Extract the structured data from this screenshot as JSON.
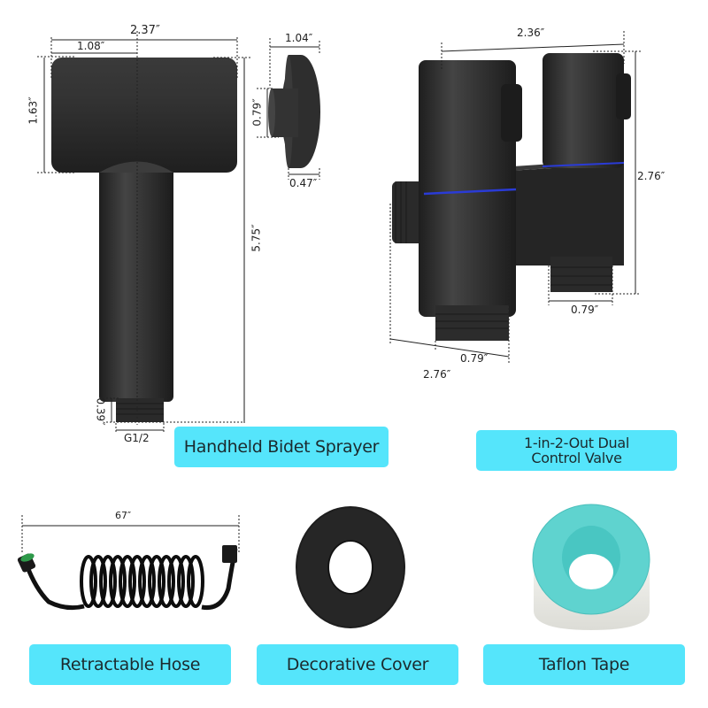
{
  "products": [
    {
      "id": "sprayer",
      "label": "Handheld Bidet Sprayer",
      "dimensions": {
        "total_width": "2.37″",
        "head_half_width": "1.08″",
        "head_height": "1.63″",
        "total_length": "5.75″",
        "thread_length": "0.39″",
        "thread_size": "G1/2"
      }
    },
    {
      "id": "holder",
      "dimensions": {
        "diameter": "1.04″",
        "stem_diameter": "0.79″",
        "depth": "0.47″"
      }
    },
    {
      "id": "valve",
      "label_line1": "1-in-2-Out Dual",
      "label_line2": "Control Valve",
      "dimensions": {
        "width": "2.36″",
        "height": "2.76″",
        "outlet_diameter": "0.79″",
        "inlet_diameter": "0.79″",
        "depth": "2.76″"
      }
    },
    {
      "id": "hose",
      "label": "Retractable Hose",
      "dimensions": {
        "length": "67″"
      }
    },
    {
      "id": "cover",
      "label": "Decorative Cover"
    },
    {
      "id": "tape",
      "label": "Taflon Tape"
    }
  ],
  "colors": {
    "label_bg": "#55e5fb",
    "label_text": "#1b2a2e",
    "product_black": "#2b2b2b",
    "valve_ring_blue": "#2a3bd6",
    "tape_teal": "#5fd3cf",
    "hose_connector_green": "#2e9a4a"
  }
}
